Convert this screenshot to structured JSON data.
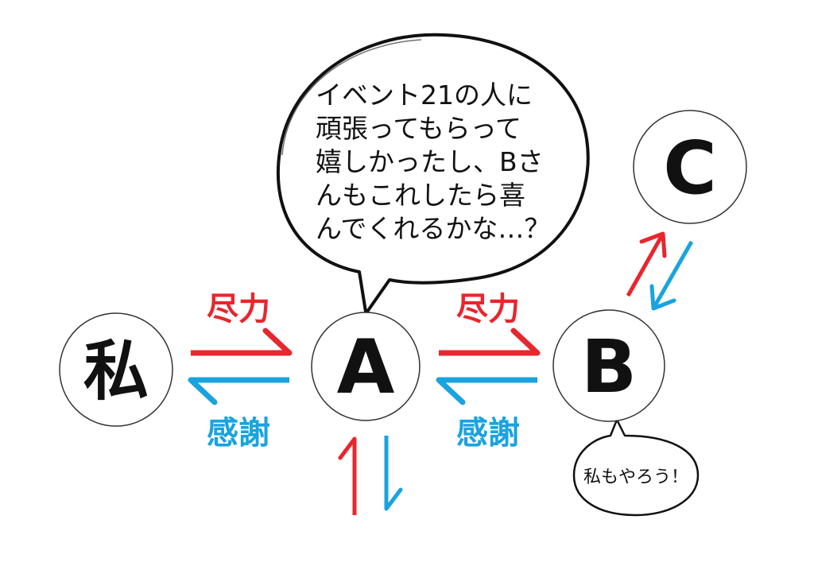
{
  "colors": {
    "effort": "#e8262d",
    "thanks": "#1aa3de",
    "ink": "#111111",
    "node_stroke": "#333333"
  },
  "nodes": {
    "me": "私",
    "a": "A",
    "b": "B",
    "c": "C"
  },
  "edge_labels": {
    "me_a_effort": "尽力",
    "me_a_thanks": "感謝",
    "a_b_effort": "尽力",
    "a_b_thanks": "感謝"
  },
  "speech_a": {
    "lines": [
      "イベント21の人に",
      "頑張ってもらって",
      "嬉しかったし、Bさ",
      "んもこれしたら喜",
      "んでくれるかな…？"
    ]
  },
  "speech_b": {
    "text": "私もやろう！"
  }
}
